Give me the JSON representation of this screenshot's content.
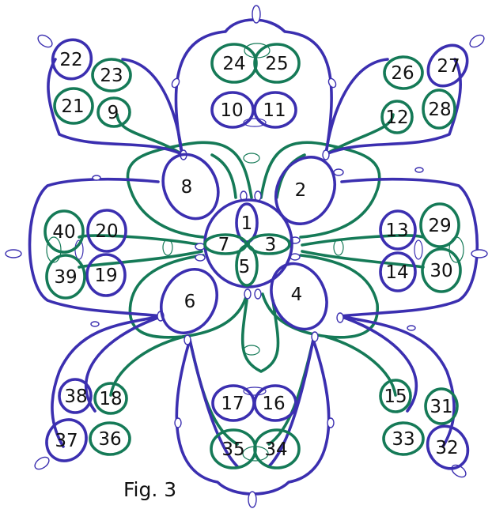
{
  "figure": {
    "caption": "Fig. 3",
    "colors": {
      "outer_chain": "#3b2fb0",
      "inner_chain": "#157a57",
      "background": "#ffffff"
    }
  },
  "rings": [
    {
      "id": "1",
      "color": "blue"
    },
    {
      "id": "2",
      "color": "blue"
    },
    {
      "id": "3",
      "color": "green"
    },
    {
      "id": "4",
      "color": "blue"
    },
    {
      "id": "5",
      "color": "green"
    },
    {
      "id": "6",
      "color": "blue"
    },
    {
      "id": "7",
      "color": "green"
    },
    {
      "id": "8",
      "color": "blue"
    },
    {
      "id": "9",
      "color": "green"
    },
    {
      "id": "10",
      "color": "blue"
    },
    {
      "id": "11",
      "color": "blue"
    },
    {
      "id": "12",
      "color": "green"
    },
    {
      "id": "13",
      "color": "blue"
    },
    {
      "id": "14",
      "color": "blue"
    },
    {
      "id": "15",
      "color": "green"
    },
    {
      "id": "16",
      "color": "blue"
    },
    {
      "id": "17",
      "color": "blue"
    },
    {
      "id": "18",
      "color": "green"
    },
    {
      "id": "19",
      "color": "blue"
    },
    {
      "id": "20",
      "color": "blue"
    },
    {
      "id": "21",
      "color": "green"
    },
    {
      "id": "22",
      "color": "blue"
    },
    {
      "id": "23",
      "color": "green"
    },
    {
      "id": "24",
      "color": "green"
    },
    {
      "id": "25",
      "color": "green"
    },
    {
      "id": "26",
      "color": "green"
    },
    {
      "id": "27",
      "color": "blue"
    },
    {
      "id": "28",
      "color": "green"
    },
    {
      "id": "29",
      "color": "green"
    },
    {
      "id": "30",
      "color": "green"
    },
    {
      "id": "31",
      "color": "green"
    },
    {
      "id": "32",
      "color": "blue"
    },
    {
      "id": "33",
      "color": "green"
    },
    {
      "id": "34",
      "color": "green"
    },
    {
      "id": "35",
      "color": "green"
    },
    {
      "id": "36",
      "color": "green"
    },
    {
      "id": "37",
      "color": "blue"
    },
    {
      "id": "38",
      "color": "blue"
    },
    {
      "id": "39",
      "color": "green"
    },
    {
      "id": "40",
      "color": "green"
    }
  ]
}
